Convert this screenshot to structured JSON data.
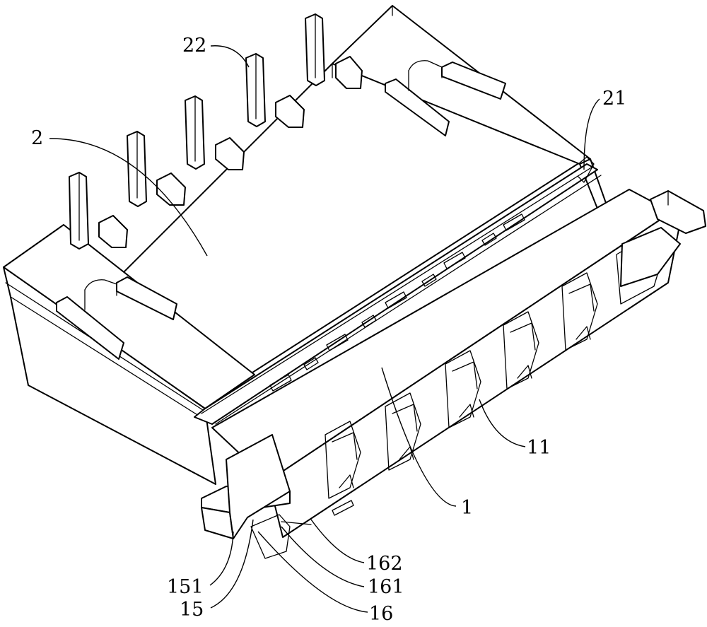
{
  "labels": {
    "num_22": "22",
    "num_21": "21",
    "num_2": "2",
    "num_11": "11",
    "num_1": "1",
    "num_162": "162",
    "num_161": "161",
    "num_151": "151",
    "num_15": "15",
    "num_16": "16"
  },
  "colors": {
    "line": "#000000",
    "paper": "#ffffff"
  }
}
